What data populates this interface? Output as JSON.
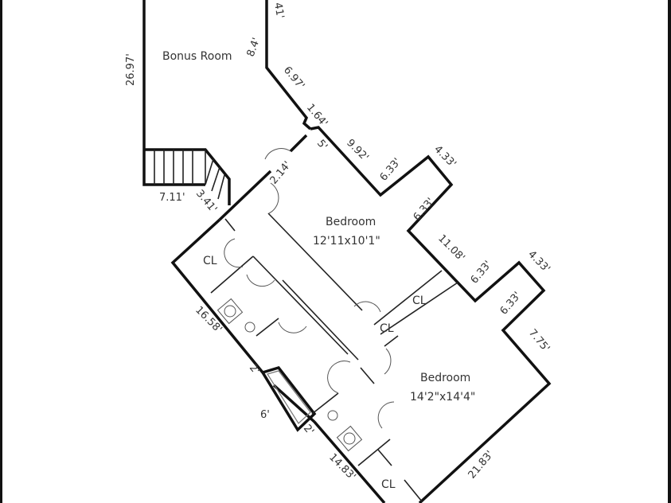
{
  "rooms": [
    {
      "name": "Bonus Room",
      "size": ""
    },
    {
      "name": "Bedroom",
      "size": "12'11x10'1\""
    },
    {
      "name": "Bedroom",
      "size": "14'2\"x14'4\""
    }
  ],
  "closets": [
    "CL",
    "CL",
    "CL",
    "CL"
  ],
  "dimensions": {
    "bonus_left": "26.97'",
    "bonus_top_right": "41'",
    "bonus_diag_a": "8.4'",
    "bonus_diag_b": "6.97'",
    "jog": "1.64'",
    "jog_b": "5'",
    "door_gap": "2.14'",
    "stair_a": "7.11'",
    "stair_b": "3.41'",
    "bed1_a": "9.92'",
    "bed1_b": "6.33'",
    "bed1_c": "4.33'",
    "bed1_d": "6.33'",
    "bed1_e": "11.08'",
    "bed2_a": "6.33'",
    "bed2_b": "4.33'",
    "bed2_c": "6.33'",
    "bed2_d": "7.75'",
    "bed2_e": "21.83'",
    "bath_left": "16.58'",
    "tub_a": "2'",
    "tub_b": "6'",
    "tub_c": "2'",
    "bath2_left": "14.83'"
  }
}
